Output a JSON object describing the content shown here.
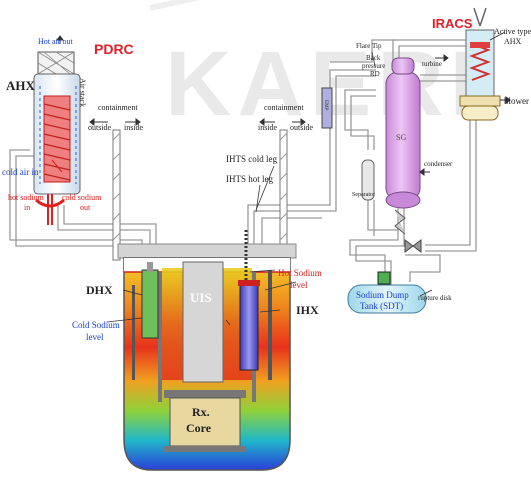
{
  "watermark": "KAERI",
  "labels": {
    "pdrc": "PDRC",
    "iracs": "IRACS",
    "hot_air_out": "Hot air out",
    "air_stack": "Air stack",
    "ahx_left": "AHX",
    "cold_air_in": "cold air in",
    "hot_sodium_in_1": "hot sodium",
    "hot_sodium_in_2": "in",
    "cold_sodium_out_1": "cold sodium",
    "cold_sodium_out_2": "out",
    "containment_left_1": "containment",
    "containment_left_2": "outside",
    "containment_left_3": "inside",
    "containment_right_1": "containment",
    "containment_right_2": "inside",
    "containment_right_3": "outside",
    "ihts_cold_leg": "IHTS cold leg",
    "ihts_hot_leg": "IHTS hot leg",
    "dhx": "DHX",
    "ihx": "IHX",
    "uis": "UIS",
    "hot_sodium_level_1": "Hot Sodium",
    "hot_sodium_level_2": "level",
    "cold_sodium_level_1": "Cold Sodium",
    "cold_sodium_level_2": "level",
    "rx_core_1": "Rx.",
    "rx_core_2": "Core",
    "flare_tip": "Flare Tip",
    "back_pressure_1": "Back",
    "back_pressure_2": "pressure",
    "back_pressure_3": "RD",
    "turbine": "turbine",
    "sg": "SG",
    "condenser": "condenser",
    "separator": "Separator",
    "sodium_dump_tank_1": "Sodium Dump",
    "sodium_dump_tank_2": "Tank (SDT)",
    "rupture_disk": "rupture disk",
    "active_type_ahx_1": "Active type",
    "active_type_ahx_2": "AHX",
    "blower": "blower",
    "emp": "EMP"
  },
  "colors": {
    "pdrc_label": "#e0202a",
    "iracs_label": "#e0202a",
    "hot_sodium": "#e53a1e",
    "cold_sodium": "#2b4fd8",
    "sg_vessel": "#d7a6e6",
    "dump_tank": "#bfe6f2",
    "pipe": "#8a8a8a"
  }
}
